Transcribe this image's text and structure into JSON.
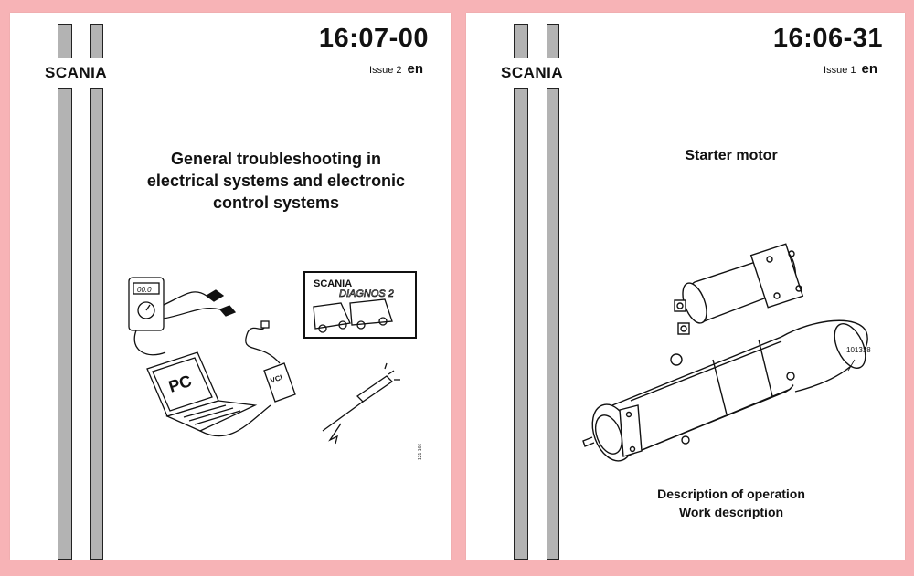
{
  "pages": [
    {
      "logo": "SCANIA",
      "doc_number": "16:07-00",
      "issue_label": "Issue  2",
      "language": "en",
      "title_lines": [
        "General troubleshooting in",
        "electrical systems and electronic",
        "control systems"
      ],
      "illustration": {
        "multimeter_display": "00.0",
        "laptop_label": "PC",
        "interface_label": "VCI",
        "software_brand": "SCANIA",
        "software_name": "DIAGNOS 2",
        "ref_number": "121 166"
      }
    },
    {
      "logo": "SCANIA",
      "doc_number": "16:06-31",
      "issue_label": "Issue  1",
      "language": "en",
      "title_lines": [
        "Starter motor"
      ],
      "illustration": {
        "ref_number": "101318"
      },
      "bottom_lines": [
        "Description of operation",
        "Work description"
      ]
    }
  ],
  "colors": {
    "background": "#f7b3b6",
    "page": "#ffffff",
    "bars": "#b3b3b3"
  }
}
